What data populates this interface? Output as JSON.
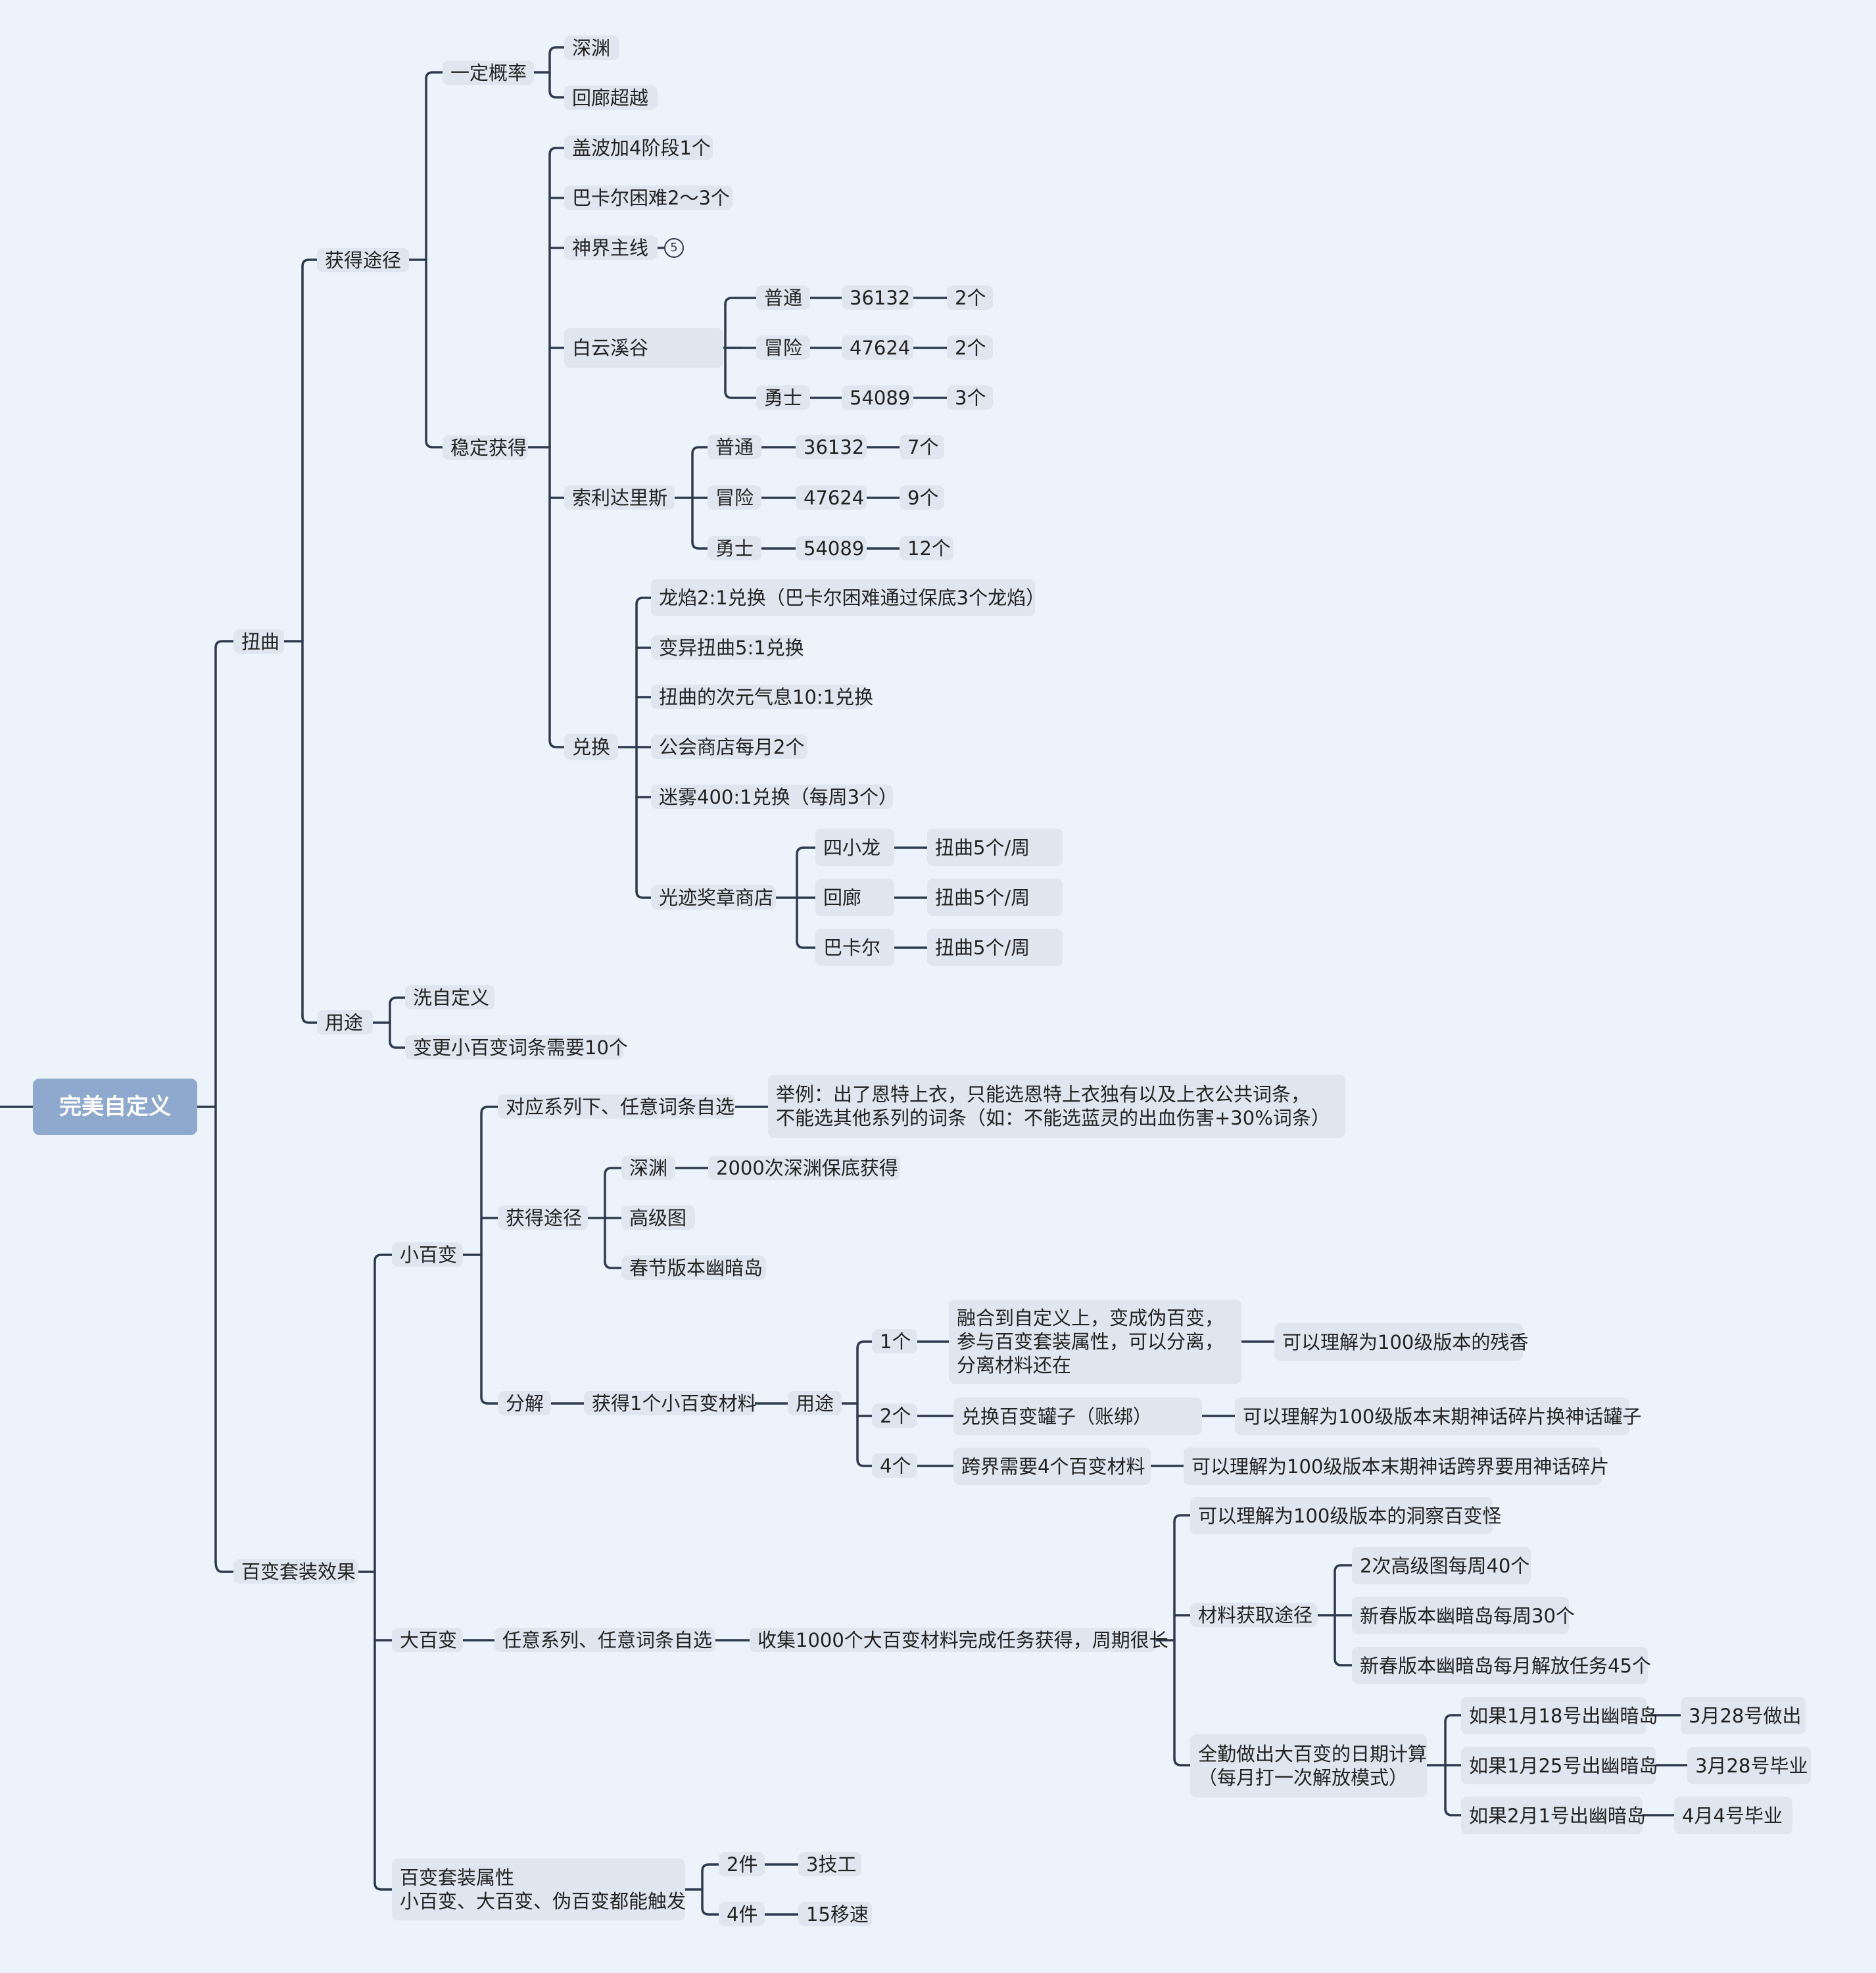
{
  "root": "完美自定义",
  "niuqu": {
    "label": "扭曲",
    "huode": {
      "label": "获得途径",
      "yiding": {
        "label": "一定概率",
        "items": [
          "深渊",
          "回廊超越"
        ]
      },
      "wending": {
        "label": "稳定获得",
        "gaibo": "盖波加4阶段1个",
        "bakaer": "巴卡尔困难2～3个",
        "shenjie": "神界主线",
        "shenjie_count": "5",
        "baiyun": {
          "label": "白云溪谷",
          "rows": [
            {
              "mode": "普通",
              "score": "36132",
              "count": "2个"
            },
            {
              "mode": "冒险",
              "score": "47624",
              "count": "2个"
            },
            {
              "mode": "勇士",
              "score": "54089",
              "count": "3个"
            }
          ]
        },
        "suoli": {
          "label": "索利达里斯",
          "rows": [
            {
              "mode": "普通",
              "score": "36132",
              "count": "7个"
            },
            {
              "mode": "冒险",
              "score": "47624",
              "count": "9个"
            },
            {
              "mode": "勇士",
              "score": "54089",
              "count": "12个"
            }
          ]
        },
        "duihuan": {
          "label": "兑换",
          "items": [
            "龙焰2:1兑换（巴卡尔困难通过保底3个龙焰）",
            "变异扭曲5:1兑换",
            "扭曲的次元气息10:1兑换",
            "公会商店每月2个",
            "迷雾400:1兑换（每周3个）"
          ],
          "guangji": {
            "label": "光迹奖章商店",
            "rows": [
              {
                "name": "四小龙",
                "value": "扭曲5个/周"
              },
              {
                "name": "回廊",
                "value": "扭曲5个/周"
              },
              {
                "name": "巴卡尔",
                "value": "扭曲5个/周"
              }
            ]
          }
        }
      }
    },
    "yongtu": {
      "label": "用途",
      "items": [
        "洗自定义",
        "变更小百变词条需要10个"
      ]
    }
  },
  "baibian": {
    "label": "百变套装效果",
    "xiao": {
      "label": "小百变",
      "duiying": "对应系列下、任意词条自选",
      "example": [
        "举例：出了恩特上衣，只能选恩特上衣独有以及上衣公共词条，",
        "不能选其他系列的词条（如：不能选蓝灵的出血伤害+30%词条）"
      ],
      "huode": {
        "label": "获得途径",
        "shenyuan": "深渊",
        "shenyuan_note": "2000次深渊保底获得",
        "gaoji": "高级图",
        "chunjie": "春节版本幽暗岛"
      },
      "fenjie": {
        "label": "分解",
        "material": "获得1个小百变材料",
        "yongtu": "用途",
        "uses": [
          {
            "qty": "1个",
            "desc": [
              "融合到自定义上，变成伪百变，",
              "参与百变套装属性，可以分离，",
              "分离材料还在"
            ],
            "note": "可以理解为100级版本的残香"
          },
          {
            "qty": "2个",
            "desc": [
              "兑换百变罐子（账绑）"
            ],
            "note": "可以理解为100级版本末期神话碎片换神话罐子"
          },
          {
            "qty": "4个",
            "desc": [
              "跨界需要4个百变材料"
            ],
            "note": "可以理解为100级版本末期神话跨界要用神话碎片"
          }
        ]
      }
    },
    "da": {
      "label": "大百变",
      "renyi": "任意系列、任意词条自选",
      "collect": "收集1000个大百变材料完成任务获得，周期很长",
      "understand": "可以理解为100级版本的洞察百变怪",
      "cailiao": {
        "label": "材料获取途径",
        "items": [
          "2次高级图每周40个",
          "新春版本幽暗岛每周30个",
          "新春版本幽暗岛每月解放任务45个"
        ]
      },
      "riqi": {
        "label": [
          "全勤做出大百变的日期计算",
          "（每月打一次解放模式）"
        ],
        "rows": [
          {
            "cond": "如果1月18号出幽暗岛",
            "result": "3月28号做出"
          },
          {
            "cond": "如果1月25号出幽暗岛",
            "result": "3月28号毕业"
          },
          {
            "cond": "如果2月1号出幽暗岛",
            "result": "4月4号毕业"
          }
        ]
      }
    },
    "shuxing": {
      "label": [
        "百变套装属性",
        "小百变、大百变、伪百变都能触发"
      ],
      "rows": [
        {
          "pieces": "2件",
          "effect": "3技工"
        },
        {
          "pieces": "4件",
          "effect": "15移速"
        }
      ]
    }
  }
}
